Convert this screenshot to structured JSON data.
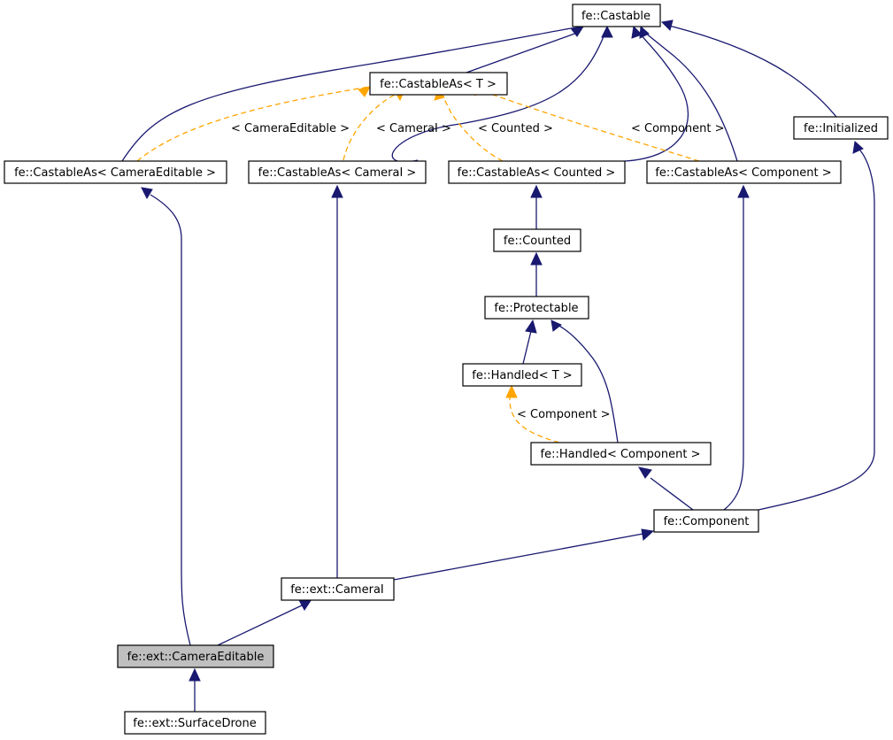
{
  "diagram": {
    "nodes": {
      "castable": "fe::Castable",
      "castable_as_t": "fe::CastableAs< T >",
      "castable_as_camera_editable": "fe::CastableAs< CameraEditable >",
      "castable_as_camera_i": "fe::CastableAs< CameraI >",
      "castable_as_counted": "fe::CastableAs< Counted >",
      "castable_as_component": "fe::CastableAs< Component >",
      "initialized": "fe::Initialized",
      "counted": "fe::Counted",
      "protectable": "fe::Protectable",
      "handled_t": "fe::Handled< T >",
      "handled_component": "fe::Handled< Component >",
      "component": "fe::Component",
      "camera_i": "fe::ext::CameraI",
      "camera_editable": "fe::ext::CameraEditable",
      "surface_drone": "fe::ext::SurfaceDrone"
    },
    "edge_labels": {
      "camera_editable": "< CameraEditable >",
      "camera_i": "< CameraI >",
      "counted": "< Counted >",
      "component": "< Component >",
      "handled_component": "< Component >"
    },
    "colors": {
      "inheritance_edge": "#191970",
      "template_edge": "#ffa500",
      "current_node_fill": "#bfbfbf",
      "node_fill": "#ffffff"
    }
  }
}
